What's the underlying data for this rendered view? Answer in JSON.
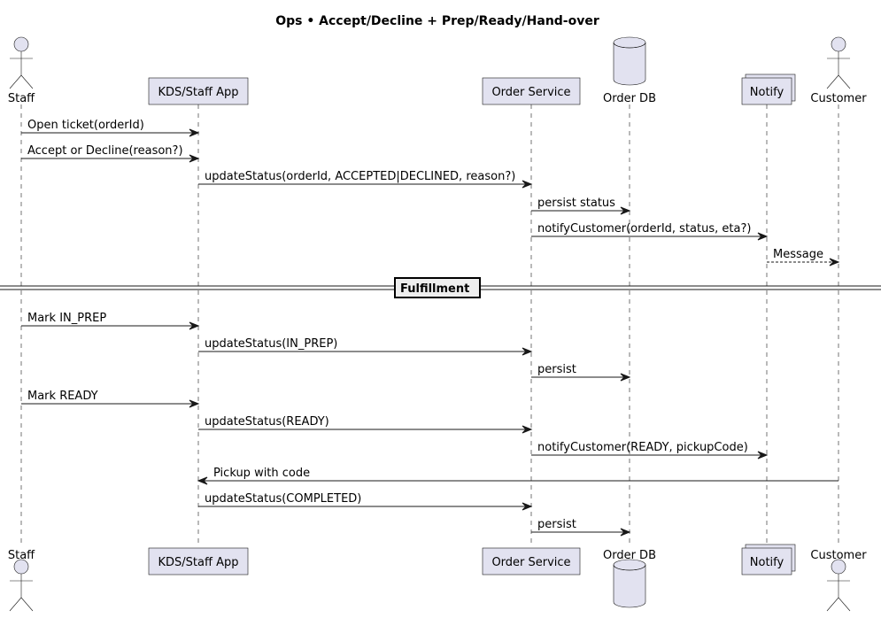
{
  "title": "Ops • Accept/Decline + Prep/Ready/Hand-over",
  "participants": [
    {
      "id": "staff",
      "label": "Staff",
      "kind": "actor"
    },
    {
      "id": "kds",
      "label": "KDS/Staff App",
      "kind": "participant"
    },
    {
      "id": "order",
      "label": "Order Service",
      "kind": "participant"
    },
    {
      "id": "db",
      "label": "Order DB",
      "kind": "database"
    },
    {
      "id": "notify",
      "label": "Notify",
      "kind": "collections"
    },
    {
      "id": "customer",
      "label": "Customer",
      "kind": "actor"
    }
  ],
  "messages": [
    {
      "from": "staff",
      "to": "kds",
      "label": "Open ticket(orderId)",
      "style": "solid"
    },
    {
      "from": "staff",
      "to": "kds",
      "label": "Accept or Decline(reason?)",
      "style": "solid"
    },
    {
      "from": "kds",
      "to": "order",
      "label": "updateStatus(orderId, ACCEPTED|DECLINED, reason?)",
      "style": "solid"
    },
    {
      "from": "order",
      "to": "db",
      "label": "persist status",
      "style": "solid"
    },
    {
      "from": "order",
      "to": "notify",
      "label": "notifyCustomer(orderId, status, eta?)",
      "style": "solid"
    },
    {
      "from": "notify",
      "to": "customer",
      "label": "Message",
      "style": "dashed"
    },
    {
      "from": "staff",
      "to": "kds",
      "label": "Mark IN_PREP",
      "style": "solid"
    },
    {
      "from": "kds",
      "to": "order",
      "label": "updateStatus(IN_PREP)",
      "style": "solid"
    },
    {
      "from": "order",
      "to": "db",
      "label": "persist",
      "style": "solid"
    },
    {
      "from": "staff",
      "to": "kds",
      "label": "Mark READY",
      "style": "solid"
    },
    {
      "from": "kds",
      "to": "order",
      "label": "updateStatus(READY)",
      "style": "solid"
    },
    {
      "from": "order",
      "to": "notify",
      "label": "notifyCustomer(READY, pickupCode)",
      "style": "solid"
    },
    {
      "from": "customer",
      "to": "kds",
      "label": "Pickup with code",
      "style": "solid"
    },
    {
      "from": "kds",
      "to": "order",
      "label": "updateStatus(COMPLETED)",
      "style": "solid"
    },
    {
      "from": "order",
      "to": "db",
      "label": "persist",
      "style": "solid"
    }
  ],
  "separator": {
    "label": "Fulfillment",
    "after_message": 6
  }
}
